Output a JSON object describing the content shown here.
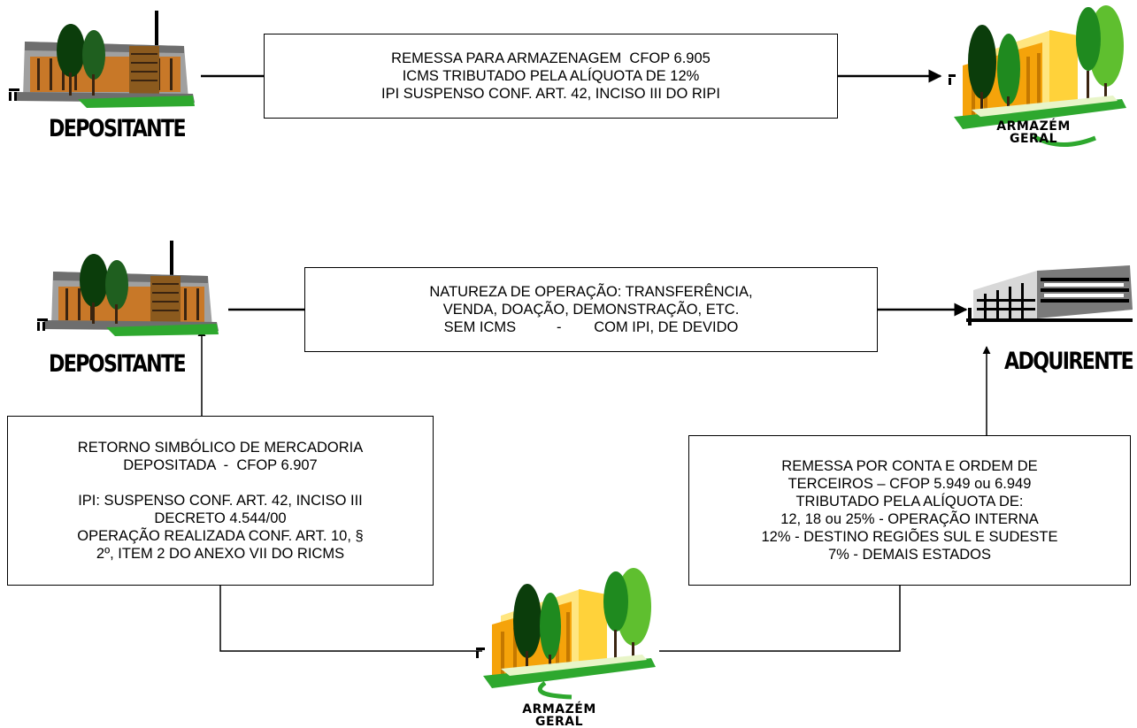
{
  "nodes": {
    "depositante_top": "DEPOSITANTE",
    "depositante_mid": "DEPOSITANTE",
    "armazem_top": {
      "line1": "ARMAZÉM",
      "line2": "GERAL"
    },
    "adquirente": "ADQUIRENTE",
    "armazem_bottom": {
      "line1": "ARMAZÉM",
      "line2": "GERAL"
    }
  },
  "boxes": {
    "remessa_armazenagem": [
      "REMESSA PARA ARMAZENAGEM  CFOP 6.905",
      "ICMS TRIBUTADO PELA ALÍQUOTA DE 12%",
      "IPI SUSPENSO CONF. ART. 42, INCISO III DO RIPI"
    ],
    "natureza_operacao": [
      "NATUREZA DE OPERAÇÃO: TRANSFERÊNCIA,",
      "VENDA, DOAÇÃO, DEMONSTRAÇÃO, ETC.",
      "SEM ICMS          -        COM IPI, DE DEVIDO"
    ],
    "retorno_simbolico": [
      "RETORNO SIMBÓLICO DE MERCADORIA",
      "DEPOSITADA  -  CFOP 6.907",
      "",
      "IPI: SUSPENSO CONF. ART. 42, INCISO III",
      "DECRETO 4.544/00",
      "OPERAÇÃO REALIZADA CONF. ART. 10, §",
      "2º, ITEM 2 DO ANEXO VII DO RICMS"
    ],
    "remessa_conta_ordem": [
      "REMESSA POR CONTA E ORDEM DE",
      "TERCEIROS – CFOP 5.949 ou 6.949",
      "TRIBUTADO PELA ALÍQUOTA DE:",
      "12, 18 ou 25% - OPERAÇÃO INTERNA",
      "12% - DESTINO REGIÕES SUL E SUDESTE",
      "7% - DEMAIS ESTADOS"
    ]
  },
  "colors": {
    "line": "#000000",
    "tree_dark": "#0b3d0b",
    "tree_mid": "#1f8a1f",
    "tree_light": "#5fbf2f",
    "warehouse_orange": "#f5a30a",
    "warehouse_light": "#ffe680",
    "factory_gray": "#a0a0a0",
    "factory_brick": "#c87828",
    "lawn": "#2ea82e"
  }
}
